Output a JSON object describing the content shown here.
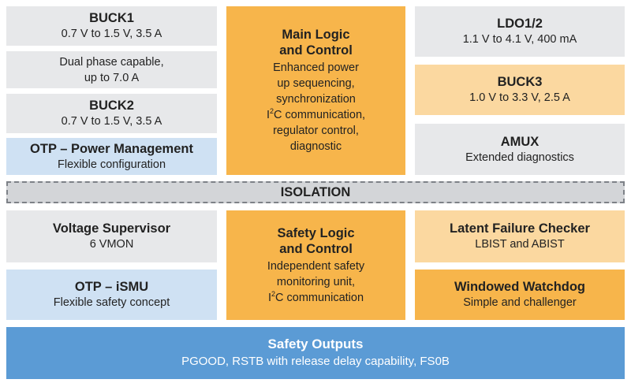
{
  "left_top": {
    "buck1": {
      "title": "BUCK1",
      "spec": "0.7 V to 1.5 V, 3.5 A"
    },
    "dual_phase": {
      "line1": "Dual phase capable,",
      "line2": "up to 7.0 A"
    },
    "buck2": {
      "title": "BUCK2",
      "spec": "0.7 V to 1.5 V, 3.5 A"
    },
    "otp_pm": {
      "title": "OTP – Power Management",
      "desc": "Flexible configuration"
    }
  },
  "main_logic": {
    "title1": "Main Logic",
    "title2": "and Control",
    "lines": [
      "Enhanced power",
      "up sequencing,",
      "synchronization"
    ],
    "i2c_prefix": "I",
    "i2c_sup": "2",
    "i2c_suffix": "C communication,",
    "lines2": [
      "regulator control,",
      "diagnostic"
    ]
  },
  "right_top": {
    "ldo": {
      "title": "LDO1/2",
      "spec": "1.1 V to 4.1 V, 400 mA"
    },
    "buck3": {
      "title": "BUCK3",
      "spec": "1.0 V to 3.3 V, 2.5 A"
    },
    "amux": {
      "title": "AMUX",
      "desc": "Extended diagnostics"
    }
  },
  "isolation": {
    "label": "ISOLATION"
  },
  "left_bottom": {
    "supervisor": {
      "title": "Voltage Supervisor",
      "desc": "6 VMON"
    },
    "otp_ismu": {
      "title": "OTP – iSMU",
      "desc": "Flexible safety concept"
    }
  },
  "safety_logic": {
    "title1": "Safety Logic",
    "title2": "and Control",
    "lines": [
      "Independent safety",
      "monitoring unit,"
    ],
    "i2c_prefix": "I",
    "i2c_sup": "2",
    "i2c_suffix": "C communication"
  },
  "right_bottom": {
    "latent": {
      "title": "Latent Failure Checker",
      "desc": "LBIST and ABIST"
    },
    "watchdog": {
      "title": "Windowed Watchdog",
      "desc": "Simple and challenger"
    }
  },
  "safety_outputs": {
    "title": "Safety Outputs",
    "desc": "PGOOD, RSTB with release delay capability, FS0B"
  },
  "colors": {
    "gray": "#e7e8ea",
    "light_blue": "#cfe1f3",
    "orange": "#f7b54b",
    "light_orange": "#fbd8a0",
    "blue": "#5b9bd5"
  }
}
